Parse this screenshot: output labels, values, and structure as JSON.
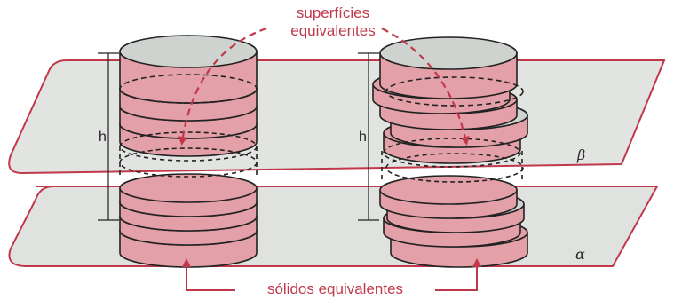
{
  "labels": {
    "top": [
      "superfícies",
      "equivalentes"
    ],
    "bottom": "sólidos equivalentes",
    "plane_upper": "β",
    "plane_lower": "α",
    "height": "h"
  },
  "colors": {
    "accent": "#c0394b",
    "disk_side": "#e3a0a8",
    "disk_top": "#cfd3cf",
    "plane": "#dfe2de",
    "outline": "#222222"
  }
}
